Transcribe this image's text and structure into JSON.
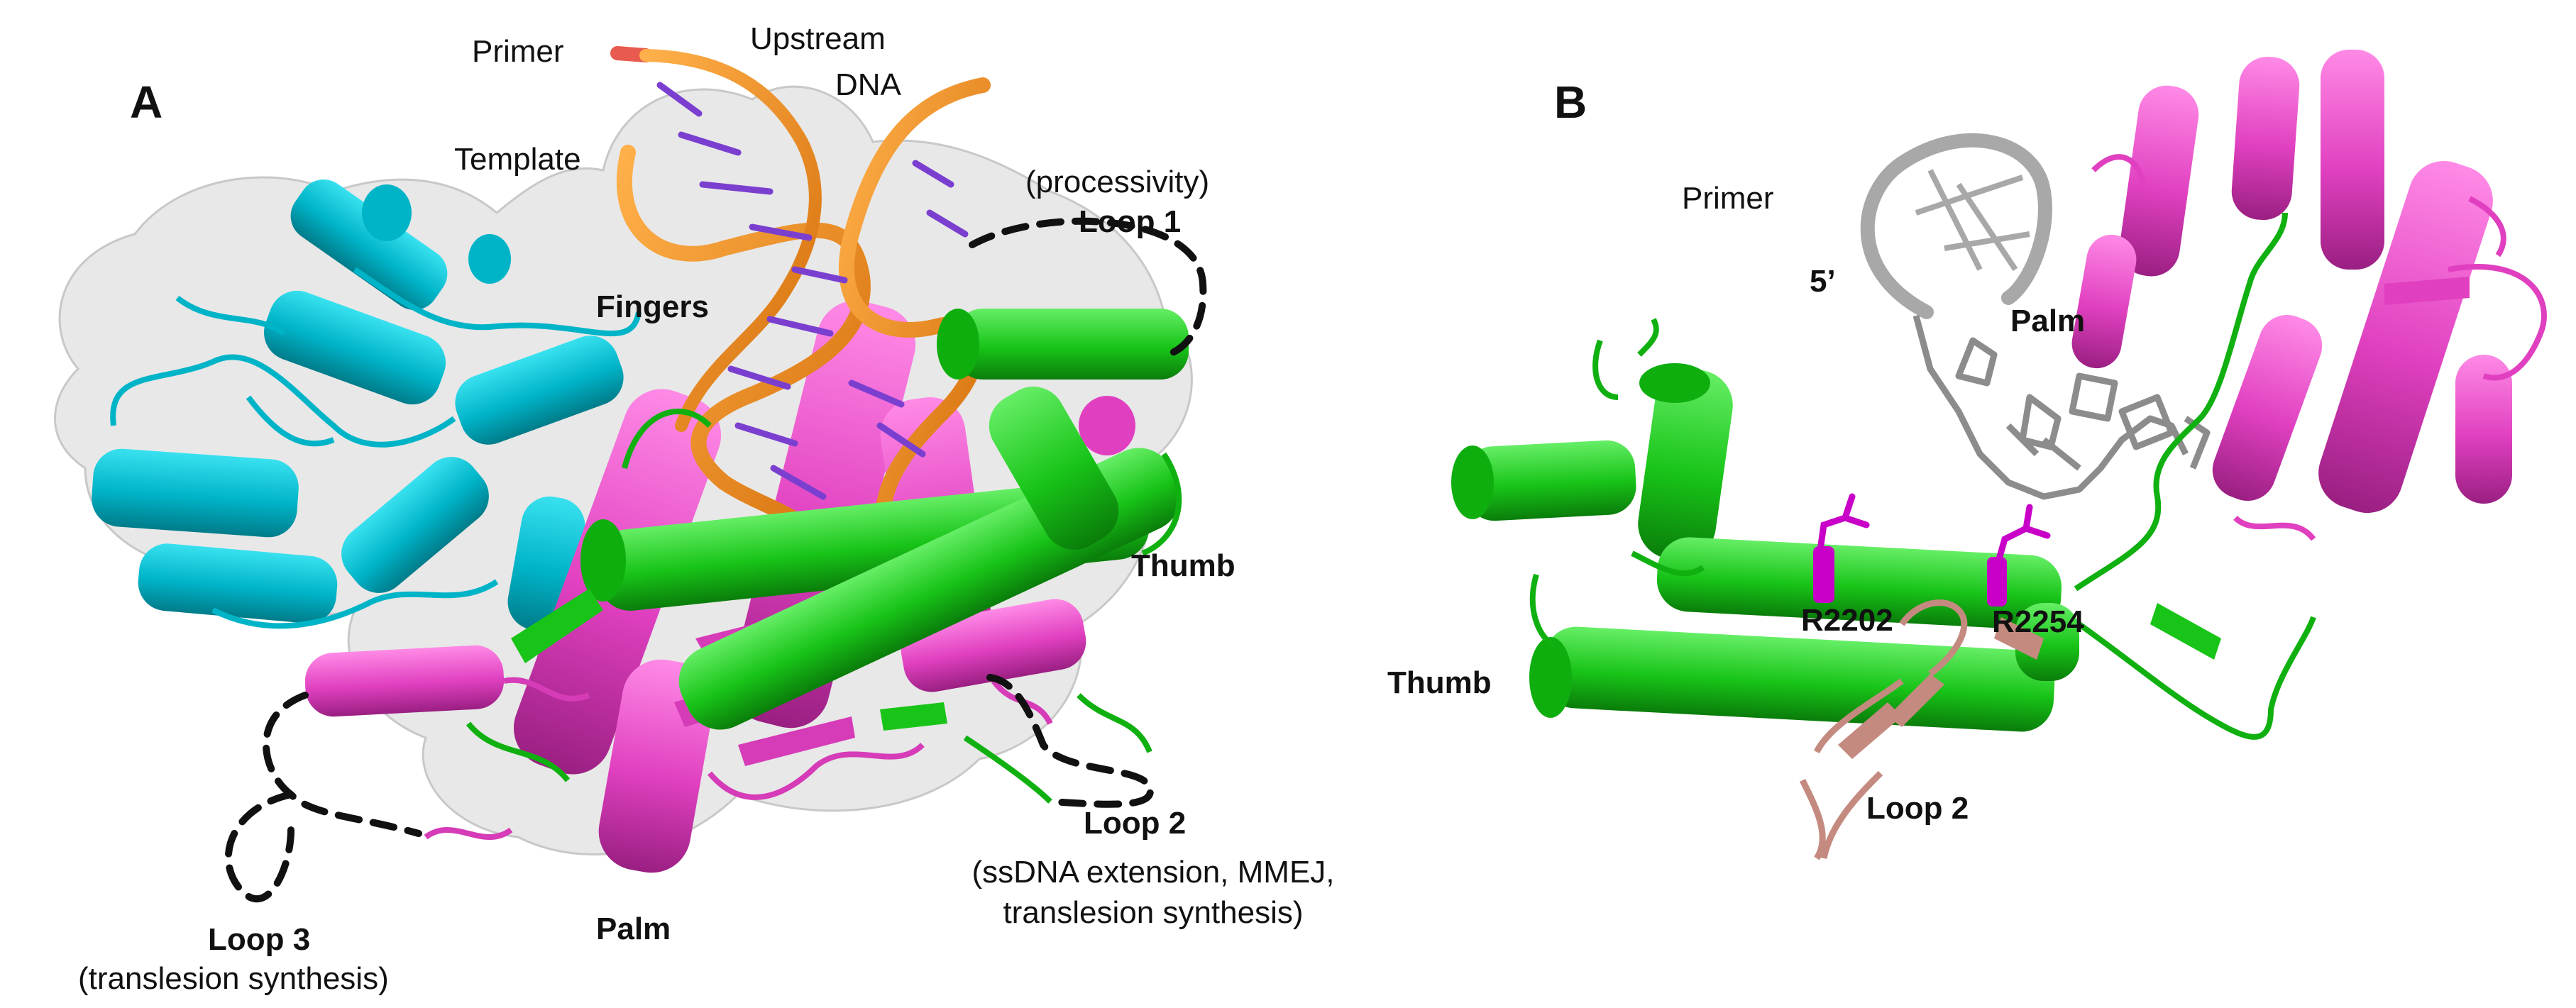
{
  "panel_a": {
    "letter": "A",
    "primer": "Primer",
    "template": "Template",
    "upstream_line1": "Upstream",
    "upstream_line2": "DNA",
    "fingers": "Fingers",
    "thumb": "Thumb",
    "palm": "Palm",
    "loop1_title": "Loop 1",
    "loop1_note": "(processivity)",
    "loop2_title": "Loop 2",
    "loop2_note_line1": "(ssDNA extension, MMEJ,",
    "loop2_note_line2": "translesion synthesis)",
    "loop3_title": "Loop 3",
    "loop3_note": "(translesion synthesis)"
  },
  "panel_b": {
    "letter": "B",
    "primer": "Primer",
    "five_prime": "5’",
    "palm": "Palm",
    "thumb": "Thumb",
    "loop2": "Loop 2",
    "residue1": "R2202",
    "residue2": "R2254"
  },
  "colors": {
    "fingers_domain": "#00b4c8",
    "palm_domain": "#e040c0",
    "thumb_domain": "#00c020",
    "template_strand": "#f08c1e",
    "primer_strand": "#e85a50",
    "base_pairs": "#7b3fd0",
    "surface": "#d9d9d9",
    "loop2_panel_b": "#c48a80",
    "dna_panel_b": "#a0a0a0"
  }
}
